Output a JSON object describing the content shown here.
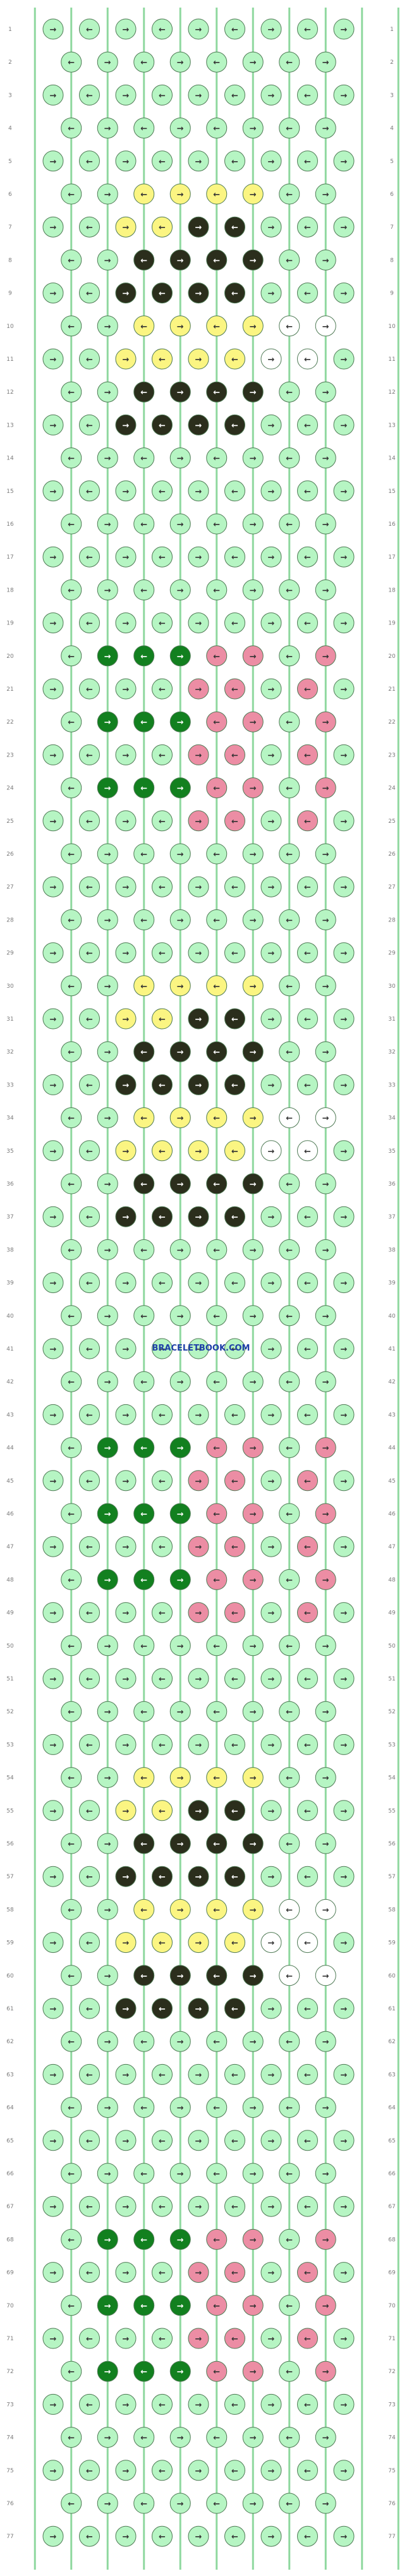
{
  "pattern": {
    "strands": 10,
    "rows": 77,
    "row_labels": [
      "1",
      "2",
      "3",
      "4",
      "5",
      "6",
      "7",
      "8",
      "9",
      "10",
      "11",
      "12",
      "13",
      "14",
      "15",
      "16",
      "17",
      "18",
      "19",
      "20",
      "21",
      "22",
      "23",
      "24",
      "25",
      "26",
      "27",
      "28",
      "29",
      "30",
      "31",
      "32",
      "33",
      "34",
      "35",
      "36",
      "37",
      "38",
      "39",
      "40",
      "41",
      "42",
      "43",
      "44",
      "45",
      "46",
      "47",
      "48",
      "49",
      "50",
      "51",
      "52",
      "53",
      "54",
      "55",
      "56",
      "57",
      "58",
      "59",
      "60",
      "61",
      "62",
      "63",
      "64",
      "65",
      "66",
      "67",
      "68",
      "69",
      "70",
      "71",
      "72",
      "73",
      "74",
      "75",
      "76",
      "77"
    ],
    "colors": {
      "background_green": "#b6f5c3",
      "yellow": "#fbf582",
      "black": "#2b2e1c",
      "dark_green": "#12801f",
      "pink": "#ec8da4",
      "white": "#ffffff"
    },
    "icon_names": {
      "right": "right-arrow-icon",
      "left": "left-arrow-icon"
    }
  },
  "watermark": {
    "text": "BRACELETBOOK.COM"
  }
}
